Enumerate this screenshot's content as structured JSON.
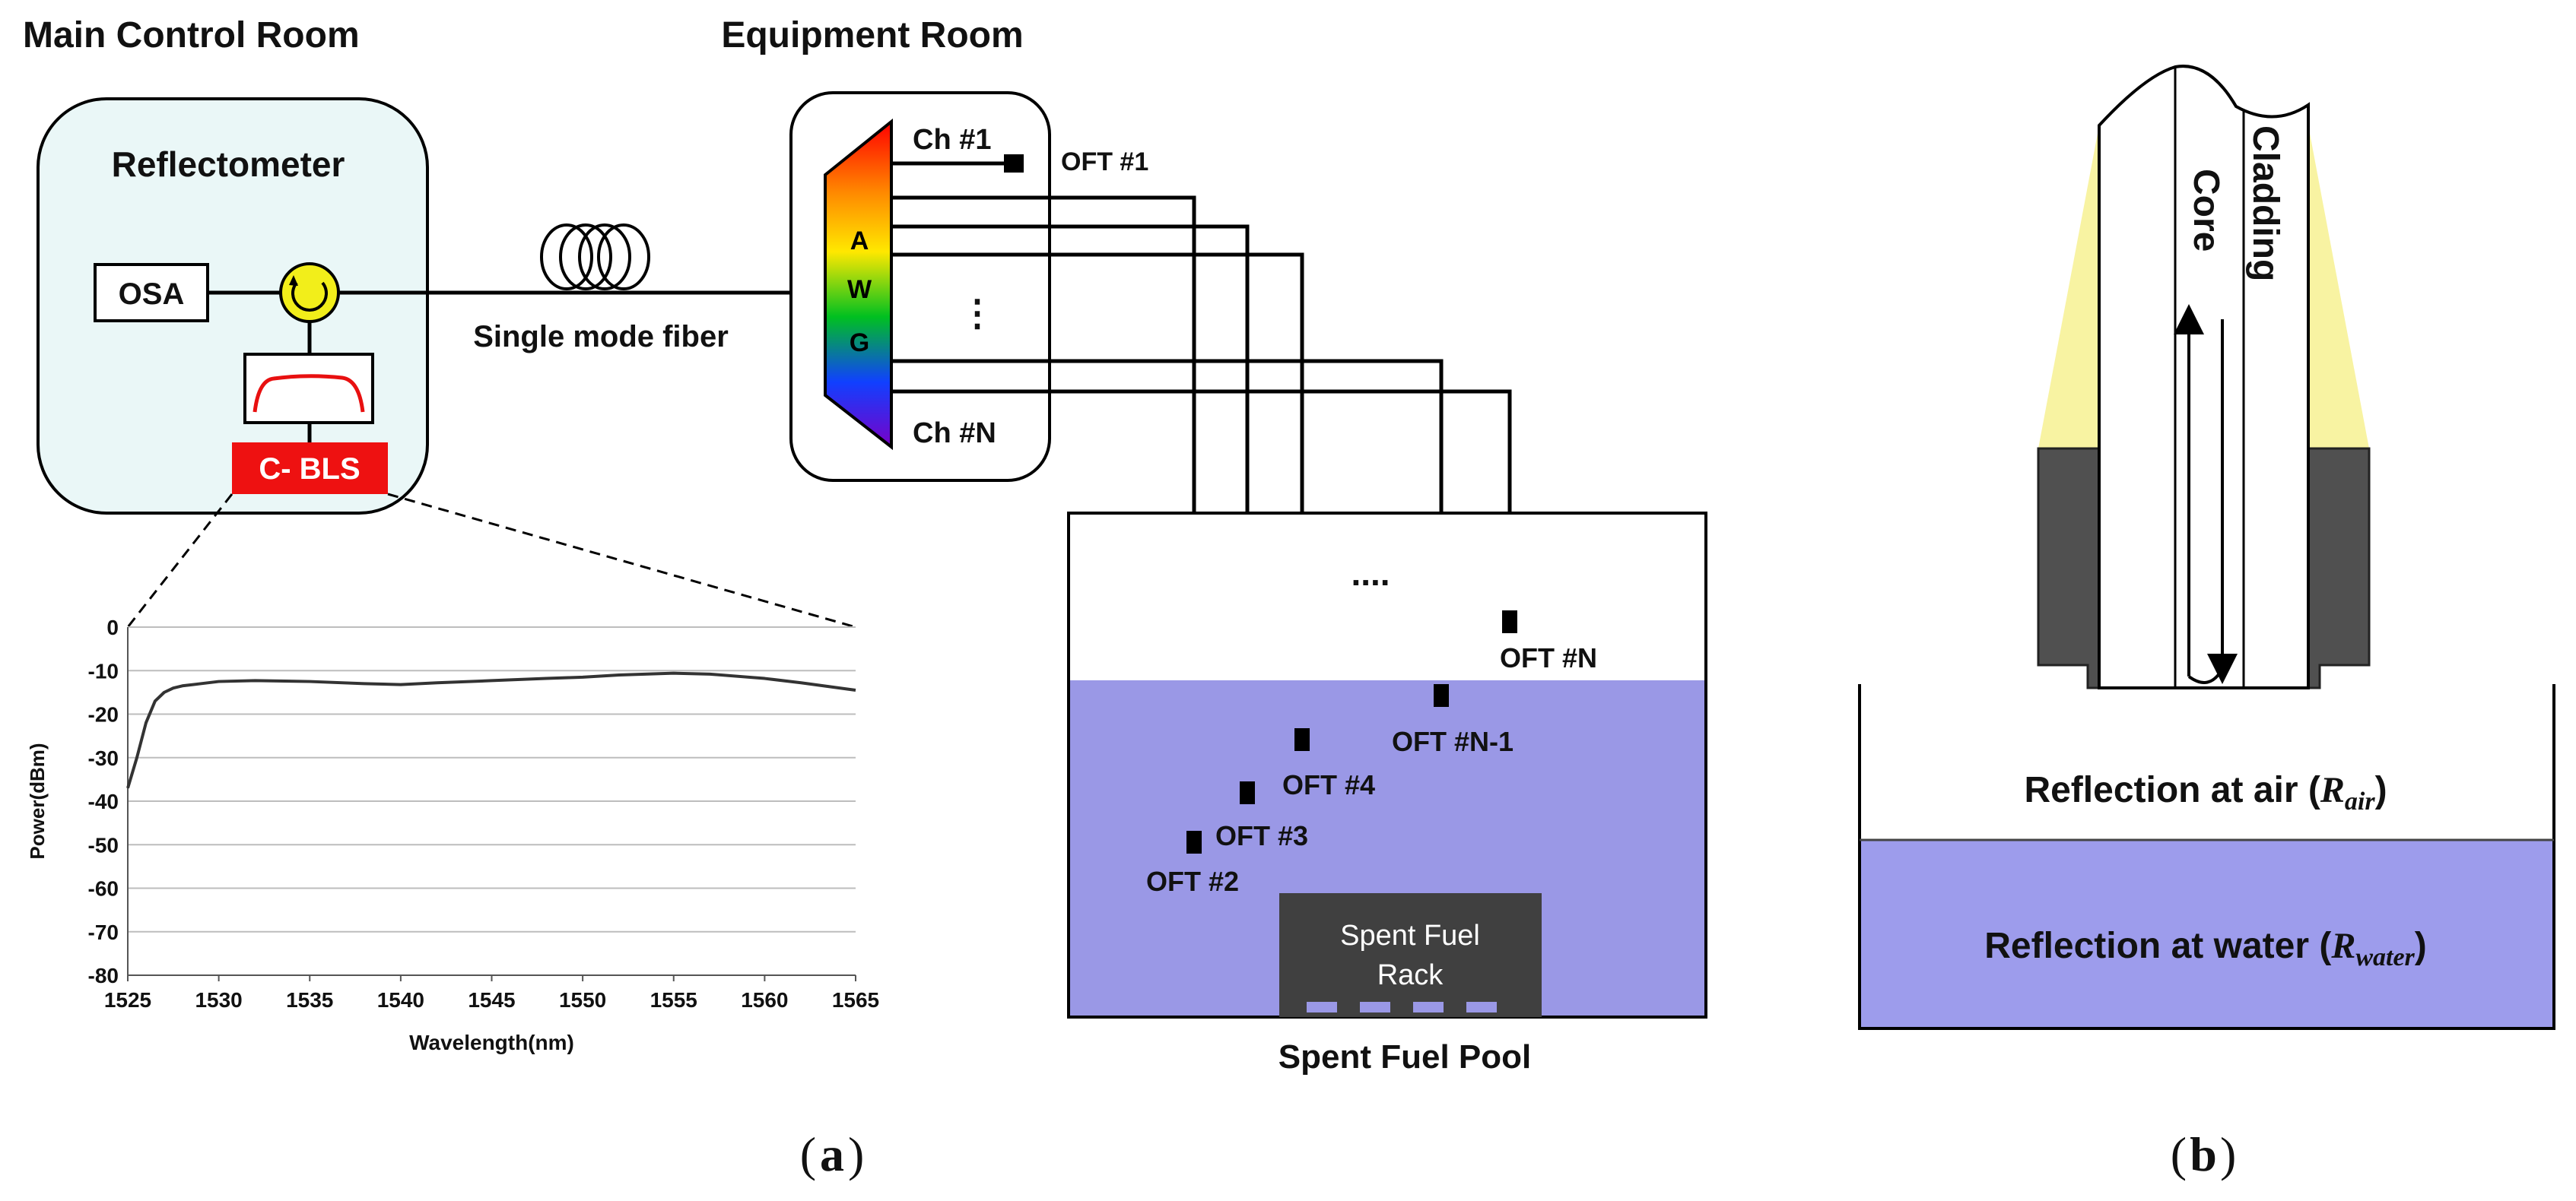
{
  "panel_a": {
    "main_control_room": {
      "title": "Main Control Room",
      "reflectometer_label": "Reflectometer",
      "osa_label": "OSA",
      "light_source_label": "C- BLS"
    },
    "fiber_label": "Single mode fiber",
    "equipment_room": {
      "title": "Equipment Room",
      "awg_letters": [
        "A",
        "W",
        "G"
      ],
      "channel_first": "Ch #1",
      "channel_last": "Ch #N",
      "channel_ellipsis": "⋮"
    },
    "pool": {
      "title": "Spent Fuel Pool",
      "rack_label_line1": "Spent Fuel",
      "rack_label_line2": "Rack",
      "ellipsis": "....",
      "sensors": [
        "OFT #1",
        "OFT #2",
        "OFT #3",
        "OFT #4",
        "OFT #N-1",
        "OFT #N"
      ]
    },
    "caption_letter": "a"
  },
  "chart_data": {
    "type": "line",
    "xlabel": "Wavelength(nm)",
    "ylabel": "Power(dBm)",
    "xlim": [
      1525,
      1565
    ],
    "ylim": [
      -80,
      0
    ],
    "xticks": [
      1525,
      1530,
      1535,
      1540,
      1545,
      1550,
      1555,
      1560,
      1565
    ],
    "yticks": [
      0,
      -10,
      -20,
      -30,
      -40,
      -50,
      -60,
      -70,
      -80
    ],
    "grid": "horizontal",
    "x": [
      1525,
      1525.5,
      1526,
      1526.5,
      1527,
      1527.5,
      1528,
      1529,
      1530,
      1532,
      1535,
      1538,
      1540,
      1542,
      1545,
      1548,
      1550,
      1552,
      1555,
      1557,
      1560,
      1562,
      1565
    ],
    "y": [
      -37,
      -30,
      -22,
      -17,
      -15,
      -14,
      -13.5,
      -13,
      -12.5,
      -12.3,
      -12.5,
      -13,
      -13.2,
      -12.8,
      -12.3,
      -11.8,
      -11.5,
      -11,
      -10.6,
      -10.8,
      -11.8,
      -12.8,
      -14.5
    ]
  },
  "panel_b": {
    "core_label": "Core",
    "cladding_label": "Cladding",
    "air_label": "Reflection at air (",
    "air_symbol": "R",
    "air_subscript": "air",
    "air_close": ")",
    "water_label": "Reflection at water (",
    "water_symbol": "R",
    "water_subscript": "water",
    "water_close": ")",
    "caption_letter": "b"
  },
  "colors": {
    "room_fill": "#eaf7f7",
    "water_fill": "#9a98e6",
    "rack_fill": "#404040",
    "bls_fill": "#ee1111",
    "circulator_fill": "#f2ee1a",
    "yellow_fill": "#f8f3a2",
    "holder_fill": "#505050"
  }
}
